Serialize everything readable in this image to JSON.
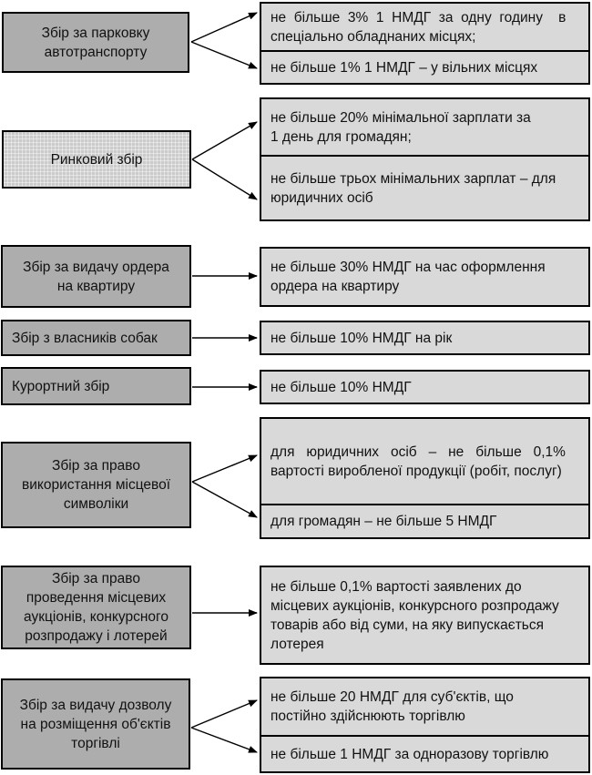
{
  "colors": {
    "left_box_fill": "#adadad",
    "market_box_fill": "#cbcbcb",
    "right_box_fill": "#d9d9d9",
    "border_color": "#000000",
    "text_color": "#111111",
    "background": "#ffffff"
  },
  "groups": [
    {
      "id": "parking",
      "source": {
        "label": "Збір за парковку\nавтотранспорту"
      },
      "targets": [
        {
          "text": "не  більше  3%  1  НМДГ  за  одну  годину    в\nспеціально обладнаних місцях;"
        },
        {
          "text": "не більше 1% 1 НМДГ – у вільних місцях"
        }
      ]
    },
    {
      "id": "market",
      "source": {
        "label": "Ринковий збір"
      },
      "targets": [
        {
          "text": "не більше 20% мінімальної зарплати за\n1 день для громадян;"
        },
        {
          "text": "не більше трьох мінімальних зарплат – для\nюридичних осіб"
        }
      ]
    },
    {
      "id": "apartment-order",
      "source": {
        "label": "Збір за видачу ордера\nна квартиру"
      },
      "targets": [
        {
          "text": "не більше 30% НМДГ на час оформлення\nордера на квартиру"
        }
      ]
    },
    {
      "id": "dog-owners",
      "source": {
        "label": "Збір з власників собак"
      },
      "targets": [
        {
          "text": "не більше 10% НМДГ на рік"
        }
      ]
    },
    {
      "id": "resort",
      "source": {
        "label": "Курортний збір"
      },
      "targets": [
        {
          "text": "не більше 10% НМДГ"
        }
      ]
    },
    {
      "id": "local-symbols",
      "source": {
        "label": "Збір за право\nвикористання місцевої\nсимволіки"
      },
      "targets": [
        {
          "text": "для   юридичних   осіб   –   не   більше   0,1%\nвартості виробленої продукції (робіт, послуг)"
        },
        {
          "text": "для громадян – не більше 5 НМДГ"
        }
      ]
    },
    {
      "id": "auctions",
      "source": {
        "label": "Збір за право\nпроведення місцевих\nаукціонів, конкурсного\nрозпродажу і лотерей"
      },
      "targets": [
        {
          "text": "не більше 0,1% вартості заявлених до\nмісцевих аукціонів, конкурсного розпродажу\nтоварів або від суми, на яку випускається\nлотерея"
        }
      ]
    },
    {
      "id": "trade-permit",
      "source": {
        "label": "Збір за видачу дозволу\nна розміщення об'єктів\nторгівлі"
      },
      "targets": [
        {
          "text": "не більше 20 НМДГ для суб'єктів, що\nпостійно здійснюють торгівлю"
        },
        {
          "text": "не більше 1 НМДГ за одноразову торгівлю"
        }
      ]
    }
  ]
}
